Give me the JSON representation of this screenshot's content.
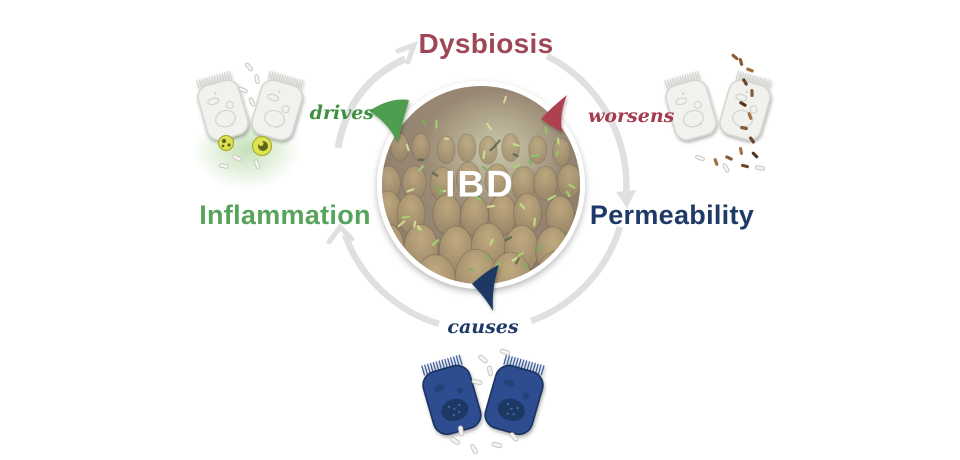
{
  "diagram": {
    "center": {
      "label": "IBD"
    },
    "nodes": {
      "dysbiosis": {
        "label": "Dysbiosis",
        "color": "#9e4756"
      },
      "permeability": {
        "label": "Permeability",
        "color": "#1f3a68"
      },
      "inflammation": {
        "label": "Inflammation",
        "color": "#56a35c"
      }
    },
    "edges": {
      "drives": {
        "label": "drives",
        "color": "#3f8f3f"
      },
      "worsens": {
        "label": "worsens",
        "color": "#a33a4e"
      },
      "causes": {
        "label": "causes",
        "color": "#1f3a68"
      }
    },
    "icons": {
      "top_left": "inflamed-epithelium-with-immune-cells-icon",
      "top_right": "leaky-epithelium-with-bacteria-icon",
      "bottom": "intestinal-epithelium-cells-icon"
    },
    "cycle_colors": {
      "arc_gray": "#e0e0e0",
      "arrow_green": "#4f9e50",
      "arrow_red": "#ae3f50",
      "arrow_navy": "#1c3763"
    }
  }
}
